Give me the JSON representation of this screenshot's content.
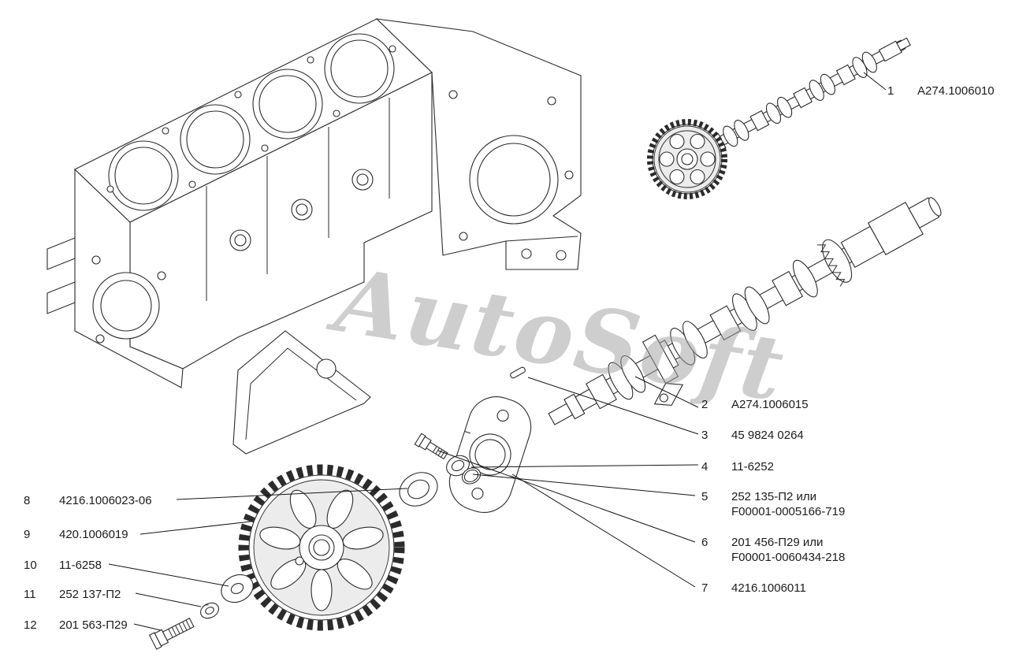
{
  "watermark": "AutoSoft",
  "parts": {
    "callouts": [
      {
        "num": "1",
        "text": "A274.1006010"
      },
      {
        "num": "2",
        "text": "A274.1006015"
      },
      {
        "num": "3",
        "text": "45 9824 0264"
      },
      {
        "num": "4",
        "text": "11-6252"
      },
      {
        "num": "5",
        "line1": "252 135-П2 или",
        "line2": "F00001-0005166-719"
      },
      {
        "num": "6",
        "line1": "201 456-П29 или",
        "line2": "F00001-0060434-218"
      },
      {
        "num": "7",
        "text": "4216.1006011"
      },
      {
        "num": "8",
        "text": "4216.1006023-06"
      },
      {
        "num": "9",
        "text": "420.1006019"
      },
      {
        "num": "10",
        "text": "11-6258"
      },
      {
        "num": "11",
        "text": "252 137-П2"
      },
      {
        "num": "12",
        "text": "201 563-П29"
      }
    ]
  }
}
